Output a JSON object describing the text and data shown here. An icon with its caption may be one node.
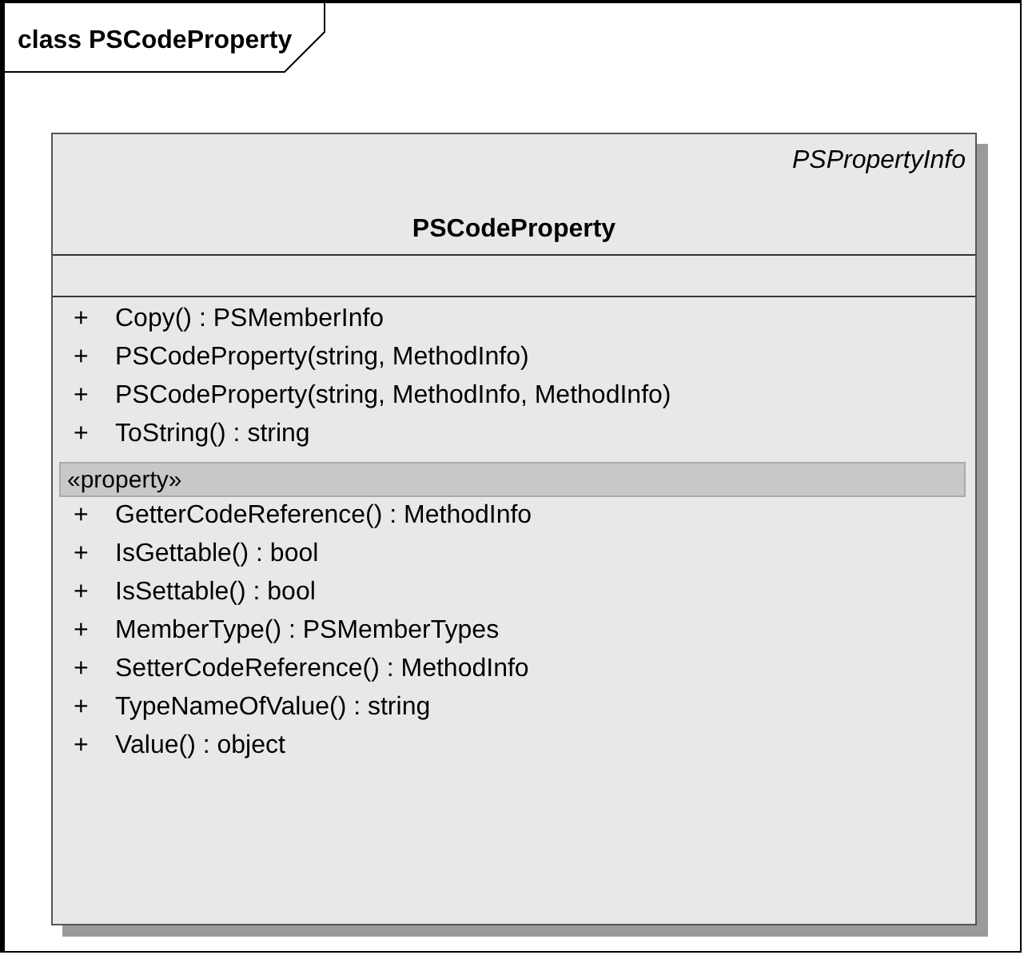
{
  "diagram": {
    "nodes": [
      {
        "text": [
          "class PSCodeProperty"
        ]
      },
      {
        "text": [
          "PSPropertyInfo",
          "PSCodeProperty",
          "+ Copy() : PSMemberInfo",
          "+ PSCodeProperty(string, MethodInfo)",
          "+ PSCodeProperty(string, MethodInfo, MethodInfo)",
          "+ ToString() : string",
          "«property»",
          "+ GetterCodeReference() : MethodInfo",
          "+ IsGettable() : bool",
          "+ IsSettable() : bool",
          "+ MemberType() : PSMemberTypes",
          "+ SetterCodeReference() : MethodInfo",
          "+ TypeNameOfValue() : string",
          "+ Value() : object"
        ],
        "in": 0
      }
    ]
  }
}
